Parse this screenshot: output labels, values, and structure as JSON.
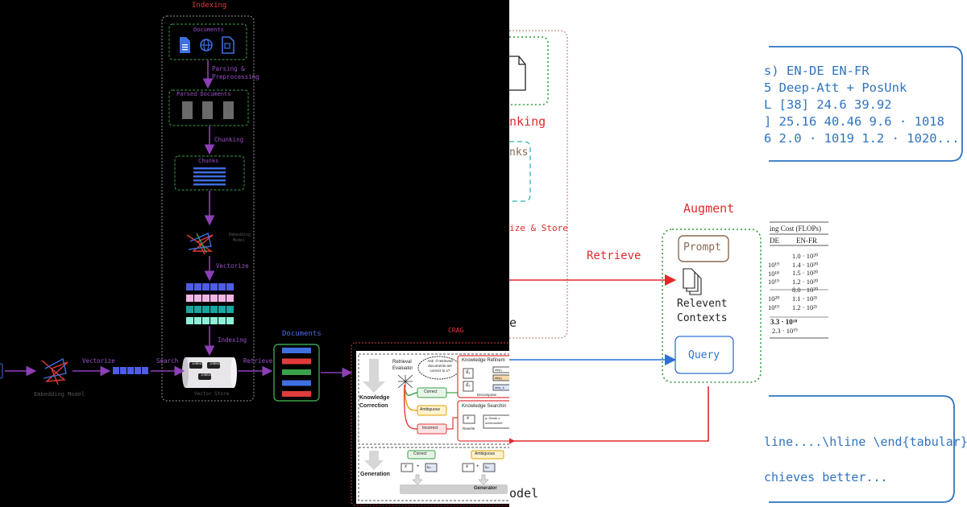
{
  "left_panel": {
    "indexing": {
      "title": "Indexing",
      "documents_label": "Documents",
      "parsing_label_1": "Parsing &",
      "parsing_label_2": "Preprocessing",
      "parsed_label": "Parsed Documents",
      "chunking_label": "Chunking",
      "chunks_label": "Chunks",
      "embedding_label_1": "Embedding",
      "embedding_label_2": "Model",
      "vectorize_label": "Vectorize",
      "indexing_label": "Indexing",
      "vector_store_label": "Vector Store",
      "index_cells": [
        "index1",
        "index2",
        "index3"
      ]
    },
    "query_flow": {
      "embedding_model_label": "Embedding Model",
      "vectorize_label": "Vectorize",
      "search_label": "Search",
      "retrieve_label": "Retrieve",
      "documents_label": "Documents"
    },
    "doc_bar_colors": [
      "#3f6fe0",
      "#e23b3b",
      "#3aa04a",
      "#3f6fe0",
      "#e23b3b"
    ],
    "vector_row_colors": [
      "#4e5de3",
      "#f2b6e6",
      "#1aa5a0",
      "#8ff0d8"
    ],
    "crag": {
      "title": "CRAG",
      "retrieval_evaluator": "Retrieval Evaluator",
      "ask_bubble": "Ask: If retrieved documents are correct to x?",
      "knowledge_correction": "Knowledge Correction",
      "knowledge_refinement": "Knowledge Refinem",
      "knowledge_searching": "Knowledge Searchin",
      "decompose": "Decompose",
      "rewrite": "Rewrite",
      "query_snippet": "q: Death o screenwriter",
      "d1": "d₁",
      "d2": "d₂",
      "strip_labels": [
        "strip₁",
        "strip₂",
        "strip_k"
      ],
      "correct": "Correct",
      "ambiguous": "Ambiguous",
      "incorrect": "Incorrect",
      "generation": "Generation",
      "generator": "Generator",
      "bottom_correct": "Correct",
      "bottom_ambiguous": "Ambiguous",
      "x": "x",
      "kin": "kᵢₙ",
      "plus": "+"
    }
  },
  "right_panel": {
    "chunking_label": "nking",
    "chunks_label": "nks",
    "size_store_label": "ize & Store",
    "retrieve_label": "Retrieve",
    "augment_label": "Augment",
    "prompt_label": "Prompt",
    "relevent_contexts_1": "Relevent",
    "relevent_contexts_2": "Contexts",
    "query_label": "Query",
    "model_label": "odel",
    "cut_letter": "e",
    "table_header_1": "ing Cost (FLOPs)",
    "table_header_2": "DE",
    "table_header_3": "EN-FR",
    "table_left": [
      "10¹⁹",
      "10¹⁸",
      "10¹⁹",
      "",
      "10²⁰",
      "10¹⁹"
    ],
    "table_right": [
      "1.0 · 10²⁰",
      "1.4 · 10²⁰",
      "1.5 · 10²⁰",
      "1.2 · 10²⁰",
      "8.0 · 10²⁰",
      "1.1 · 10²¹",
      "1.2 · 10²¹"
    ],
    "table_bold": "3.3 · 10¹⁸",
    "table_last": "2.3 · 10¹⁹",
    "bubble_top_lines": [
      "s) EN-DE EN-FR",
      "5 Deep-Att + PosUnk",
      "L [38] 24.6 39.92",
      "] 25.16 40.46 9.6 · 1018",
      "6 2.0 · 1019 1.2 · 1020..."
    ],
    "bubble_bottom_line_1": "line....\\hline \\end{tabular}",
    "bubble_bottom_line_2": "chieves better..."
  }
}
